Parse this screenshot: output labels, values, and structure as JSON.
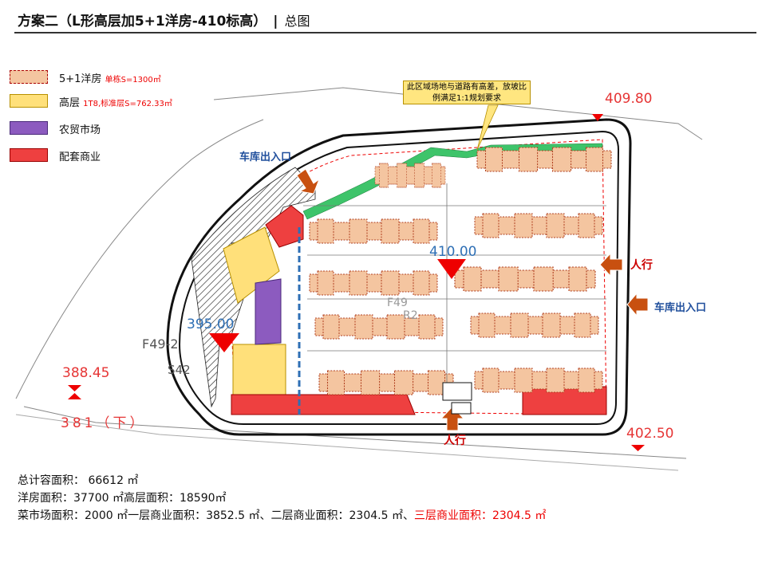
{
  "title": {
    "main": "方案二（L形高层加5+1洋房-410标高）",
    "sep": "|",
    "sub": "总图"
  },
  "legend": [
    {
      "label": "5+1洋房",
      "note": "单栋S=1300㎡",
      "color": "#f4c5a0"
    },
    {
      "label": "高层",
      "note": "1T8,标准层S=762.33㎡",
      "color": "#ffe07a"
    },
    {
      "label": "农贸市场",
      "note": "",
      "color": "#8c5bbf"
    },
    {
      "label": "配套商业",
      "note": "",
      "color": "#ee4040"
    }
  ],
  "note_box": {
    "text": "此区域场地与道路有高差，放坡比例满足1:1规划要求"
  },
  "labels": {
    "garage_entry_left": "车库出入口",
    "garage_entry_right": "车库出入口",
    "pedestrian_right": "人行",
    "pedestrian_bottom": "人行",
    "plot_f49_2": "F49-2",
    "plot_s42": "S42",
    "plot_f49": "F49",
    "plot_r2": "R2"
  },
  "elevations": {
    "center": "410.00",
    "left": "395.00",
    "top_right": "409.80",
    "left_edge_top": "388.45",
    "left_edge_bottom": "381（下）",
    "bottom_right": "402.50"
  },
  "info": {
    "line1": "总计容面积：  66612 ㎡",
    "line2": "洋房面积：37700 ㎡高层面积：18590㎡",
    "line3a": "菜市场面积：2000 ㎡一层商业面积：3852.5 ㎡、二层商业面积：2304.5 ㎡、",
    "line3b": "三层商业面积：2304.5 ㎡"
  },
  "colors": {
    "villa": "#f4c5a0",
    "highrise": "#ffe07a",
    "market": "#8c5bbf",
    "commercial": "#ee4040",
    "green_strip": "#3ec46a",
    "accent_blue": "#1f4e9c",
    "accent_red": "#e00000"
  }
}
